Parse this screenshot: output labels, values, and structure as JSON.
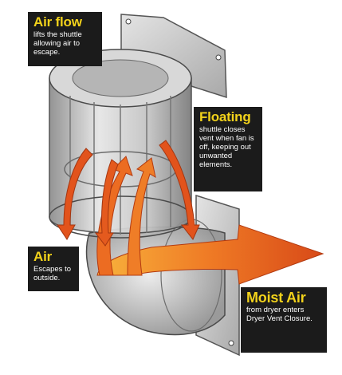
{
  "callouts": {
    "airflow": {
      "title": "Air flow",
      "body": "lifts the shuttle allowing air to escape."
    },
    "floating": {
      "title": "Floating",
      "body": "shuttle closes vent when fan is off, keeping out unwanted elements."
    },
    "air": {
      "title": "Air",
      "body": "Escapes to outside."
    },
    "moist": {
      "title": "Moist Air",
      "body": "from dryer enters Dryer Vent Closure."
    }
  },
  "colors": {
    "callout_bg": "#1b1b1b",
    "callout_title": "#f2d21b",
    "arrow": "#e2531c",
    "arrow_light": "#f7a63a",
    "metal": "#c9c9c9"
  }
}
